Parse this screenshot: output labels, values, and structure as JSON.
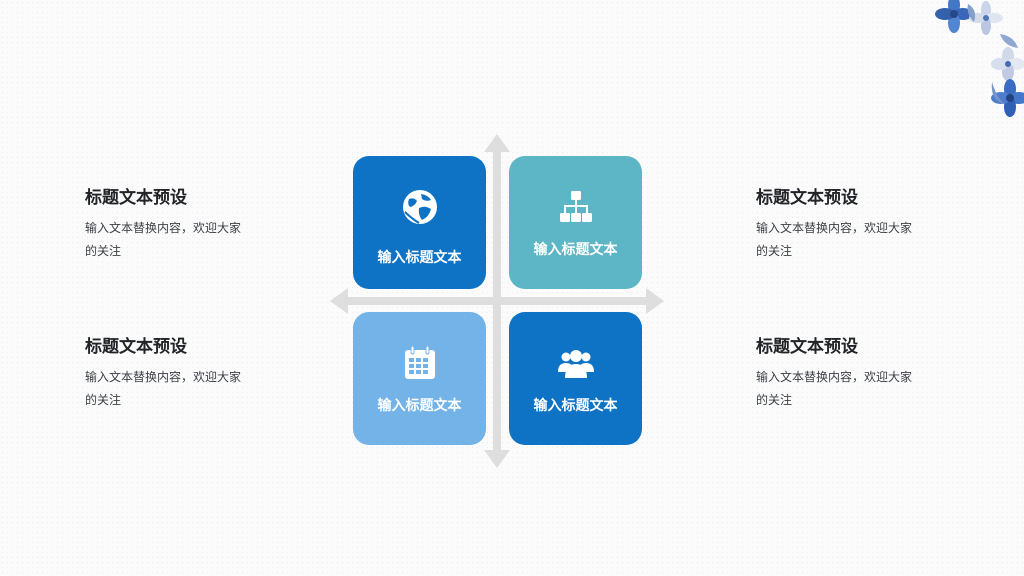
{
  "tiles": [
    {
      "label": "输入标题文本",
      "icon": "globe-icon",
      "color": "#0e73c4"
    },
    {
      "label": "输入标题文本",
      "icon": "hierarchy-icon",
      "color": "#5cb6c6"
    },
    {
      "label": "输入标题文本",
      "icon": "calendar-icon",
      "color": "#74b3e8"
    },
    {
      "label": "输入标题文本",
      "icon": "users-icon",
      "color": "#0e73c4"
    }
  ],
  "blocks": [
    {
      "title": "标题文本预设",
      "body": "输入文本替换内容，欢迎大家的关注"
    },
    {
      "title": "标题文本预设",
      "body": "输入文本替换内容，欢迎大家的关注"
    },
    {
      "title": "标题文本预设",
      "body": "输入文本替换内容，欢迎大家的关注"
    },
    {
      "title": "标题文本预设",
      "body": "输入文本替换内容，欢迎大家的关注"
    }
  ],
  "colors": {
    "primary_blue": "#0e73c4",
    "teal": "#5cb6c6",
    "light_blue": "#74b3e8",
    "arrow_gray": "#dedede"
  }
}
